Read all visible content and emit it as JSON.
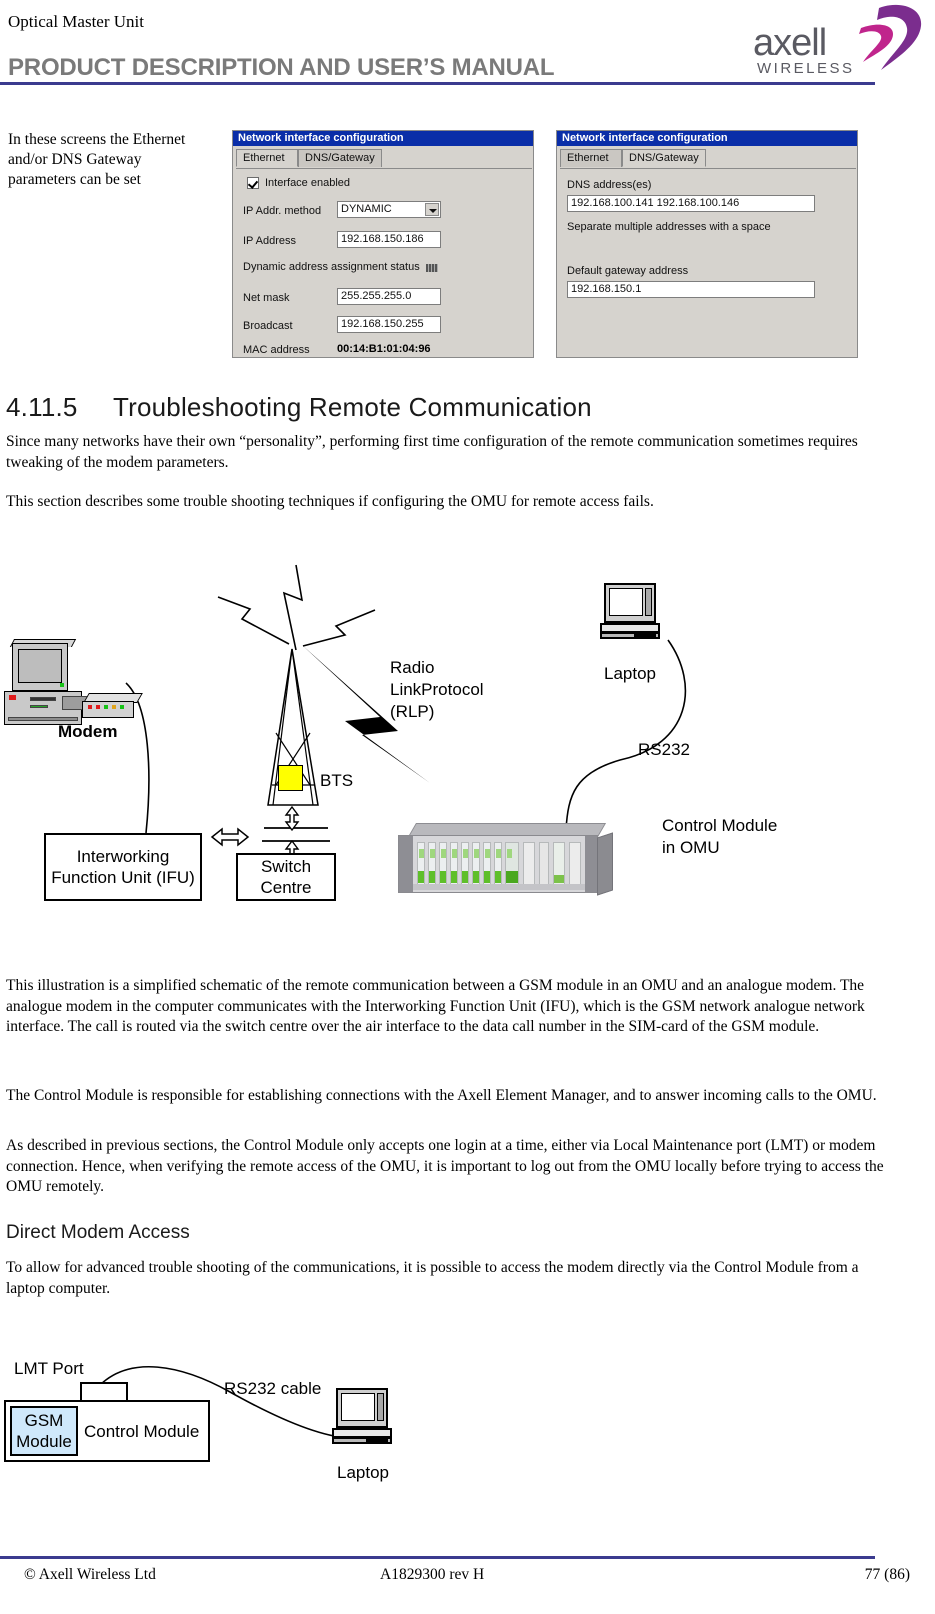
{
  "header": {
    "title": "Optical Master Unit",
    "subtitle": "PRODUCT DESCRIPTION AND USER’S MANUAL",
    "logo": {
      "word": "axell",
      "sub": "WIRELESS",
      "color_word": "#5a5a62",
      "color_outer": "#7b2d8e",
      "color_inner": "#c0258c"
    },
    "rule_color": "#3b3b8f"
  },
  "intro": {
    "caption": "In these screens the Ethernet and/or DNS Gateway parameters can be set"
  },
  "dialog_ethernet": {
    "title": "Network interface configuration",
    "tabs": [
      "Ethernet",
      "DNS/Gateway"
    ],
    "active_tab": "Ethernet",
    "checkbox_label": "Interface enabled",
    "checkbox_checked": true,
    "fields": [
      {
        "label": "IP Addr. method",
        "value": "DYNAMIC",
        "type": "combo"
      },
      {
        "label": "IP Address",
        "value": "192.168.150.186",
        "type": "text"
      },
      {
        "label": "Net mask",
        "value": "255.255.255.0",
        "type": "text"
      },
      {
        "label": "Broadcast",
        "value": "192.168.150.255",
        "type": "text"
      }
    ],
    "status_label": "Dynamic address assignment status",
    "mac_label": "MAC address",
    "mac_value": "00:14:B1:01:04:96",
    "titlebar_color": "#0a2ea8"
  },
  "dialog_dns": {
    "title": "Network interface configuration",
    "tabs": [
      "Ethernet",
      "DNS/Gateway"
    ],
    "active_tab": "DNS/Gateway",
    "dns_label": "DNS address(es)",
    "dns_value": "192.168.100.141 192.168.100.146",
    "dns_hint": "Separate multiple addresses with a space",
    "gateway_label": "Default gateway address",
    "gateway_value": "192.168.150.1"
  },
  "section": {
    "number": "4.11.5",
    "title": "Troubleshooting Remote Communication",
    "paragraphs": [
      "Since many networks have their own “personality”, performing first time configuration of the remote communication sometimes requires tweaking of the modem parameters.",
      "This section describes some trouble shooting techniques if configuring the OMU for remote access fails."
    ]
  },
  "diagram_top": {
    "modem_label": "Modem",
    "ifu_label": "Interworking\nFunction Unit\n(IFU)",
    "switch_label": "Switch\nCentre",
    "bts_label": "BTS",
    "rlp_label": "Radio\nLinkProtocol\n(RLP)",
    "laptop_label": "Laptop",
    "rs232_label": "RS232",
    "control_module_label": "Control Module\nin OMU",
    "bts_box_color": "#ffff00"
  },
  "body": {
    "paragraphs": [
      "This illustration is a simplified schematic of the remote communication between a GSM module in an OMU and an analogue modem. The analogue modem in the computer communicates with the Interworking Function Unit (IFU), which is the GSM network analogue network interface. The call is routed via the switch centre over the air interface to the data call number in the SIM-card of the GSM module.",
      "The Control Module is responsible for establishing connections with the Axell Element Manager, and to answer incoming calls to the OMU.",
      "As described in previous sections, the Control Module only accepts one login at a time, either via Local Maintenance port (LMT) or modem connection. Hence, when verifying the remote access of the OMU, it is important to log out from the OMU locally before trying to access the OMU remotely."
    ]
  },
  "subsection": {
    "title": "Direct Modem Access",
    "paragraph": "To allow for advanced trouble shooting of the communications, it is possible to access the modem directly via the Control Module from a laptop computer."
  },
  "diagram_bottom": {
    "lmt_label": "LMT Port",
    "gsm_label": "GSM\nModule",
    "control_label": "Control Module",
    "cable_label": "RS232 cable",
    "laptop_label": "Laptop",
    "gsm_fill": "#cfe8fb"
  },
  "footer": {
    "left": "© Axell Wireless Ltd",
    "middle": "A1829300 rev H",
    "right": "77 (86)"
  }
}
